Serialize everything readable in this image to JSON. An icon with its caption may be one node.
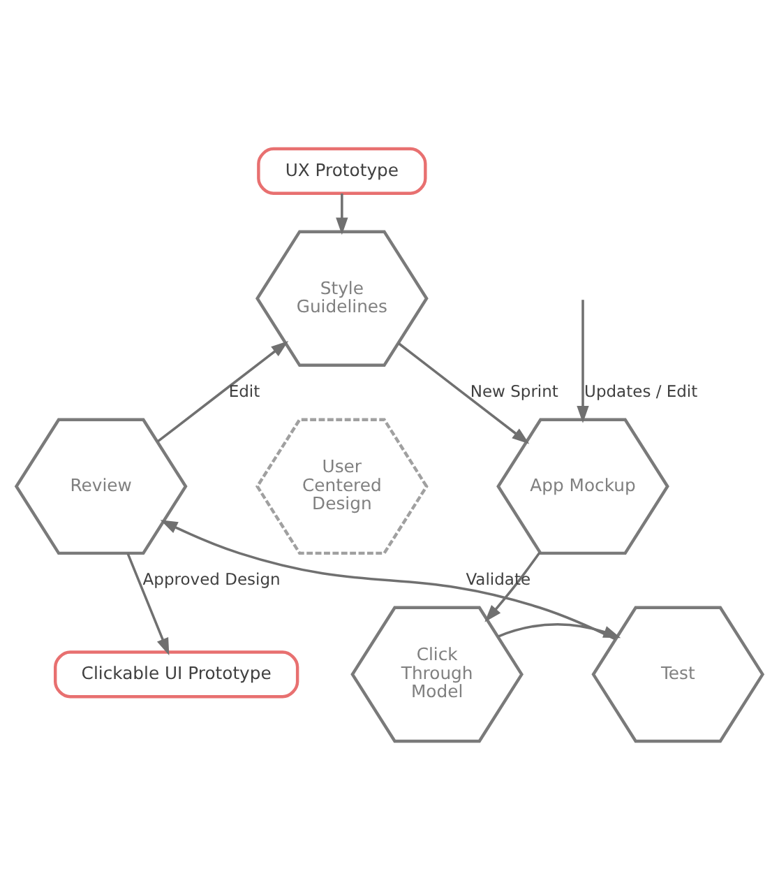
{
  "diagram": {
    "nodes": [
      {
        "text": [
          "UX Prototype"
        ]
      },
      {
        "text": [
          "Style Guidelines"
        ]
      },
      {
        "text": [
          "Review"
        ]
      },
      {
        "text": [
          "User Centered Design"
        ]
      },
      {
        "text": [
          "App Mockup"
        ]
      },
      {
        "text": [
          "Test"
        ]
      },
      {
        "text": [
          "Click Through Model"
        ]
      },
      {
        "text": [
          "Clickable UI Prototype"
        ]
      }
    ],
    "edges": [
      {
        "from": 0,
        "to": 1,
        "arrow": "to"
      },
      {
        "from": 1,
        "to": 4,
        "arrow": "to",
        "label": "New Sprint"
      },
      {
        "from": null,
        "to": 4,
        "arrow": "to",
        "label": "Updates / Edit"
      },
      {
        "from": 2,
        "to": 1,
        "arrow": "to",
        "label": "Edit"
      },
      {
        "from": 4,
        "to": 6,
        "arrow": "to"
      },
      {
        "from": 6,
        "to": 5,
        "arrow": "to"
      },
      {
        "from": 5,
        "to": 2,
        "arrow": "to",
        "label": "Validate"
      },
      {
        "from": 2,
        "to": 7,
        "arrow": "to",
        "label": "Approved Design"
      }
    ]
  }
}
